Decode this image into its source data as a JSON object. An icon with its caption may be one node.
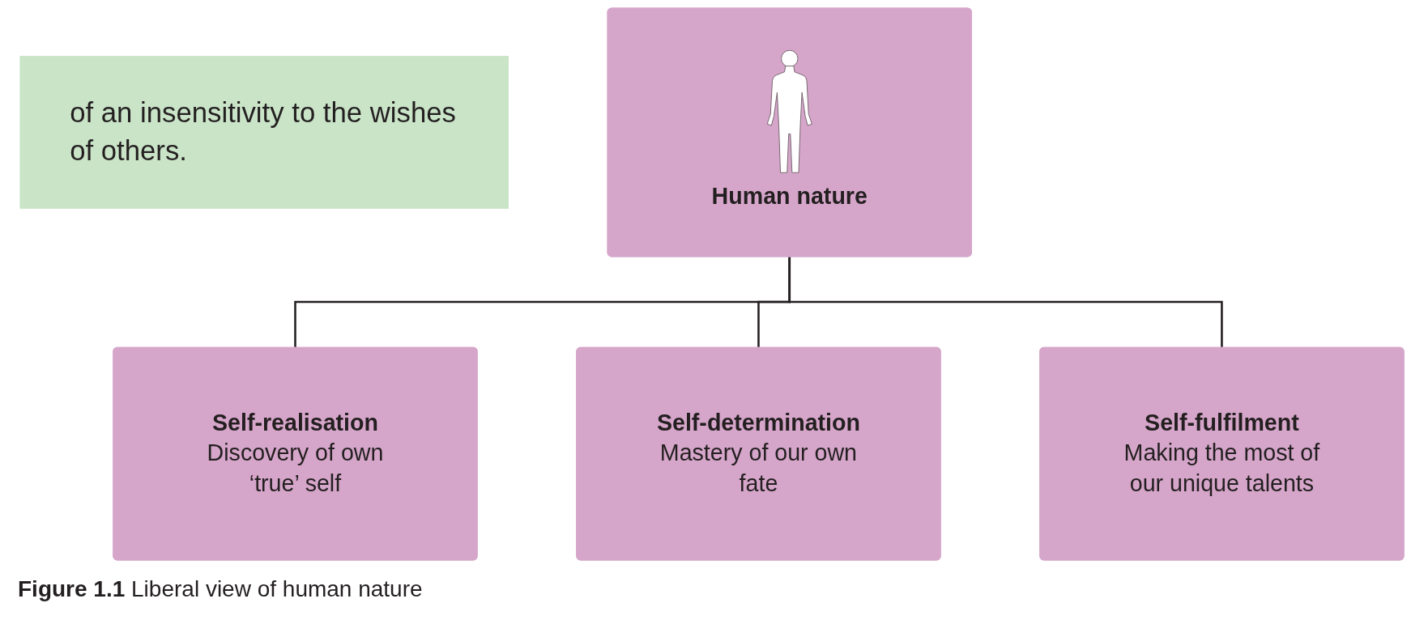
{
  "diagram": {
    "nodes": [
      {
        "text": [
          "of an insensitivity to the wishes of others."
        ]
      },
      {
        "text": [
          "Human nature"
        ]
      },
      {
        "text": [
          "Self-realisation",
          "Discovery of own ‘true’ self"
        ]
      },
      {
        "text": [
          "Self-determination",
          "Mastery of our own fate"
        ]
      },
      {
        "text": [
          "Self-fulfilment",
          "Making the most of our unique talents"
        ]
      }
    ],
    "edges": [
      {
        "from": 1,
        "to": 2,
        "arrow": "none"
      },
      {
        "from": 1,
        "to": 3,
        "arrow": "none"
      },
      {
        "from": 1,
        "to": 4,
        "arrow": "none"
      }
    ],
    "caption": "**Figure 1.1** Liberal view of human nature"
  }
}
